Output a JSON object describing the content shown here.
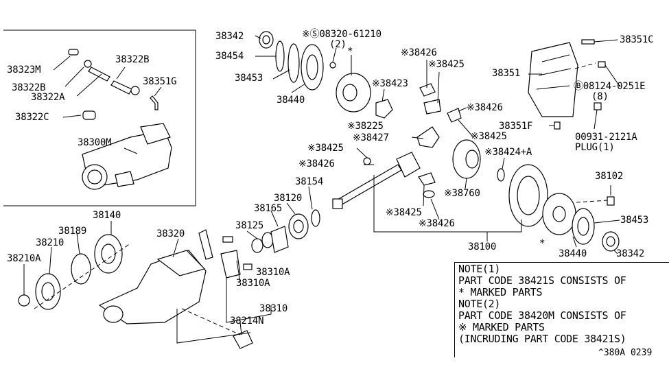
{
  "labels": {
    "l38323M": "38323M",
    "l38322B_a": "38322B",
    "l38322B_b": "38322B",
    "l38322A": "38322A",
    "l38351G": "38351G",
    "l38322C": "38322C",
    "l38300M": "38300M",
    "l38342_top": "38342",
    "l38454": "38454",
    "l38453_top": "38453",
    "l38440_top": "38440",
    "l08320": "※Ⓢ08320-61210",
    "l08320_qty": "(2)",
    "l38426_a": "※38426",
    "l38425_a": "※38425",
    "l38423": "※38423",
    "l38225": "※38225",
    "l38427": "※38427",
    "l38425_b": "※38425",
    "l38426_b": "※38426",
    "l38351C": "38351C",
    "l38351": "38351",
    "l08124": "Ⓑ08124-0251E",
    "l08124_qty": "(8)",
    "l38426_c": "※38426",
    "l38351F": "38351F",
    "l38425_c": "※38425",
    "l00931": "00931-2121A",
    "l_plug": "PLUG(1)",
    "l38424A": "※38424+A",
    "l38760": "※38760",
    "l38425_d": "※38425",
    "l38426_d": "※38426",
    "l38102": "38102",
    "l38154": "38154",
    "l38120": "38120",
    "l38165": "38165",
    "l38125": "38125",
    "l38100": "38100",
    "l38453_bot": "38453",
    "l38440_bot": "38440",
    "l38342_bot": "38342",
    "l38140": "38140",
    "l38189": "38189",
    "l38210": "38210",
    "l38210A": "38210A",
    "l38320": "38320",
    "l38310A_a": "38310A",
    "l38310A_b": "38310A",
    "l38310": "38310",
    "l38214N": "38214N",
    "star_a": "*",
    "star_b": "*"
  },
  "notes": {
    "n1": "NOTE(1)",
    "n2": "PART CODE 38421S CONSISTS OF",
    "n3": "* MARKED PARTS",
    "n4": "NOTE(2)",
    "n5": "PART CODE 38420M CONSISTS OF",
    "n6": "※ MARKED PARTS",
    "n7": "(INCRUDING PART CODE 38421S)"
  },
  "ref_code": "^380A 0239"
}
